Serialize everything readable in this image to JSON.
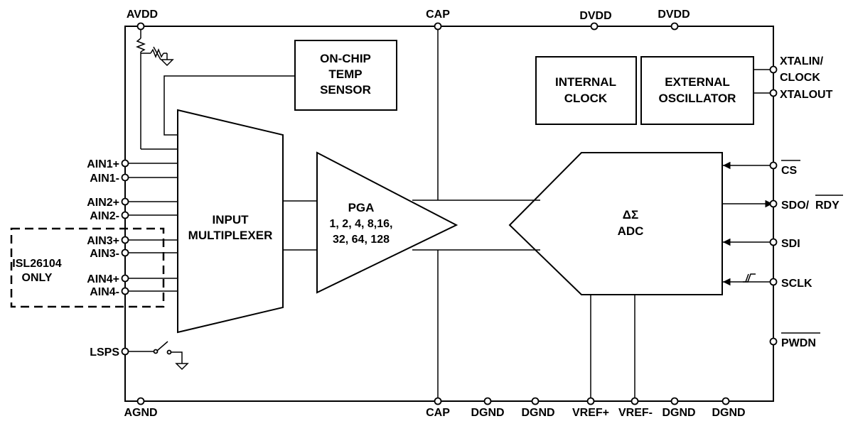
{
  "pins": {
    "avdd": "AVDD",
    "cap_top": "CAP",
    "dvdd1": "DVDD",
    "dvdd2": "DVDD",
    "xtalin": "XTALIN/",
    "xtalin_clock": "CLOCK",
    "xtalout": "XTALOUT",
    "cs": "CS",
    "sdo": "SDO/",
    "rdy": "RDY",
    "sdi": "SDI",
    "sclk": "SCLK",
    "pwdn": "PWDN",
    "ain1p": "AIN1+",
    "ain1n": "AIN1-",
    "ain2p": "AIN2+",
    "ain2n": "AIN2-",
    "ain3p": "AIN3+",
    "ain3n": "AIN3-",
    "ain4p": "AIN4+",
    "ain4n": "AIN4-",
    "lsps": "LSPS",
    "agnd": "AGND",
    "cap_bottom": "CAP",
    "dgnd1": "DGND",
    "dgnd2": "DGND",
    "vrefp": "VREF+",
    "vrefn": "VREF-",
    "dgnd3": "DGND",
    "dgnd4": "DGND"
  },
  "blocks": {
    "temp_sensor": [
      "ON-CHIP",
      "TEMP",
      "SENSOR"
    ],
    "internal_clock": [
      "INTERNAL",
      "CLOCK"
    ],
    "external_oscillator": [
      "EXTERNAL",
      "OSCILLATOR"
    ],
    "mux": [
      "INPUT",
      "MULTIPLEXER"
    ],
    "pga": [
      "PGA",
      "1, 2, 4, 8,16,",
      "32, 64, 128"
    ],
    "adc": [
      "ΔΣ",
      "ADC"
    ]
  },
  "note": [
    "ISL26104",
    "ONLY"
  ]
}
